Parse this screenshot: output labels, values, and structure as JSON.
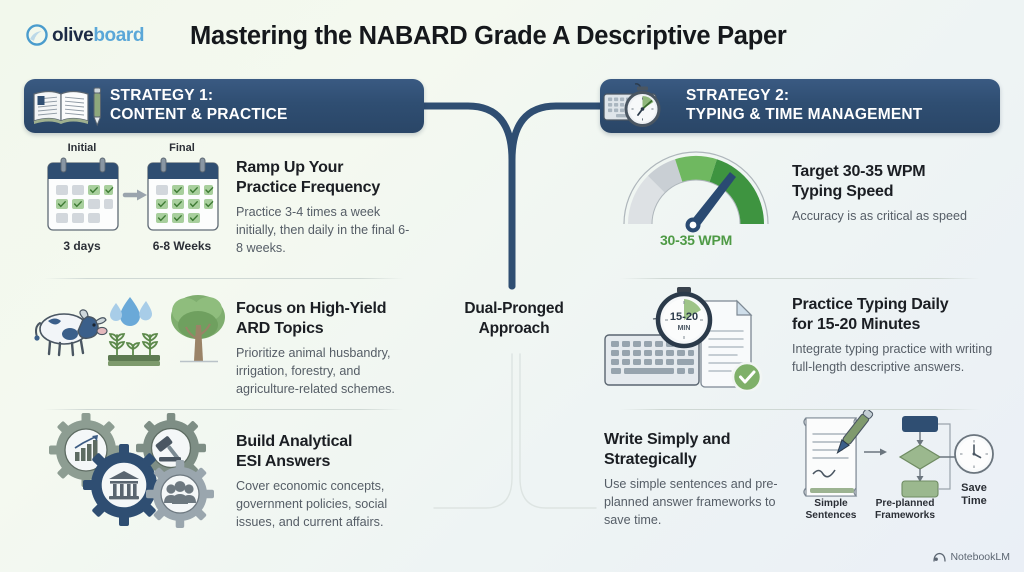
{
  "brand": {
    "logo_olive": "olive",
    "logo_board": "board",
    "logo_icon": "oliveboard-circle-icon"
  },
  "header": {
    "title": "Mastering the NABARD Grade A Descriptive Paper"
  },
  "center": {
    "label_line1": "Dual-Pronged",
    "label_line2": "Approach"
  },
  "strategies": [
    {
      "id": "strategy-1",
      "line1": "STRATEGY 1:",
      "line2": "CONTENT & PRACTICE",
      "icon": "open-book-and-pen-icon",
      "items": [
        {
          "title_line1": "Ramp Up Your",
          "title_line2": "Practice Frequency",
          "body": "Practice 3-4 times a week initially, then daily in the final 6-8 weeks.",
          "art": "two-calendars-comparison",
          "captions": {
            "initial_top": "Initial",
            "initial_bottom": "3 days",
            "final_top": "Final",
            "final_bottom": "6-8 Weeks"
          }
        },
        {
          "title_line1": "Focus on High-Yield",
          "title_line2": "ARD Topics",
          "body": "Prioritize animal husbandry, irrigation, forestry, and agriculture-related schemes.",
          "art": "cow-irrigation-tree-icons"
        },
        {
          "title_line1": "Build Analytical",
          "title_line2": "ESI Answers",
          "body": "Cover economic concepts, government policies, social issues, and current affairs.",
          "art": "four-gears-icons"
        }
      ]
    },
    {
      "id": "strategy-2",
      "line1": "STRATEGY 2:",
      "line2": "TYPING & TIME MANAGEMENT",
      "icon": "keyboard-and-stopwatch-icon",
      "items": [
        {
          "title_line1": "Target 30-35 WPM",
          "title_line2": "Typing Speed",
          "body": "Accuracy is as critical as speed",
          "art": "speed-gauge",
          "gauge_value": "30-35 WPM"
        },
        {
          "title_line1": "Practice Typing Daily",
          "title_line2": "for 15-20 Minutes",
          "body": "Integrate typing practice with writing full-length descriptive answers.",
          "art": "keyboard-stopwatch-document",
          "stopwatch_value": "15-20",
          "stopwatch_unit": "MIN"
        },
        {
          "title_line1": "Write Simply and",
          "title_line2": "Strategically",
          "body": "Use simple sentences and pre-planned answer frameworks to save time.",
          "art": "document-flowchart-clock",
          "captions": {
            "step1_line1": "Simple",
            "step1_line2": "Sentences",
            "step2_line1": "Pre-planned",
            "step2_line2": "Frameworks",
            "step3_line1": "Save",
            "step3_line2": "Time"
          }
        }
      ]
    }
  ],
  "watermark": {
    "label": "NotebookLM",
    "icon": "notebooklm-icon"
  },
  "colors": {
    "navy": "#2f4e72",
    "green": "#4e9a45",
    "light_green": "#6fb860",
    "text_dark": "#1b1e23",
    "text_body": "#555d66",
    "bg_start": "#f2f8ec",
    "bg_end": "#eaeff6"
  }
}
